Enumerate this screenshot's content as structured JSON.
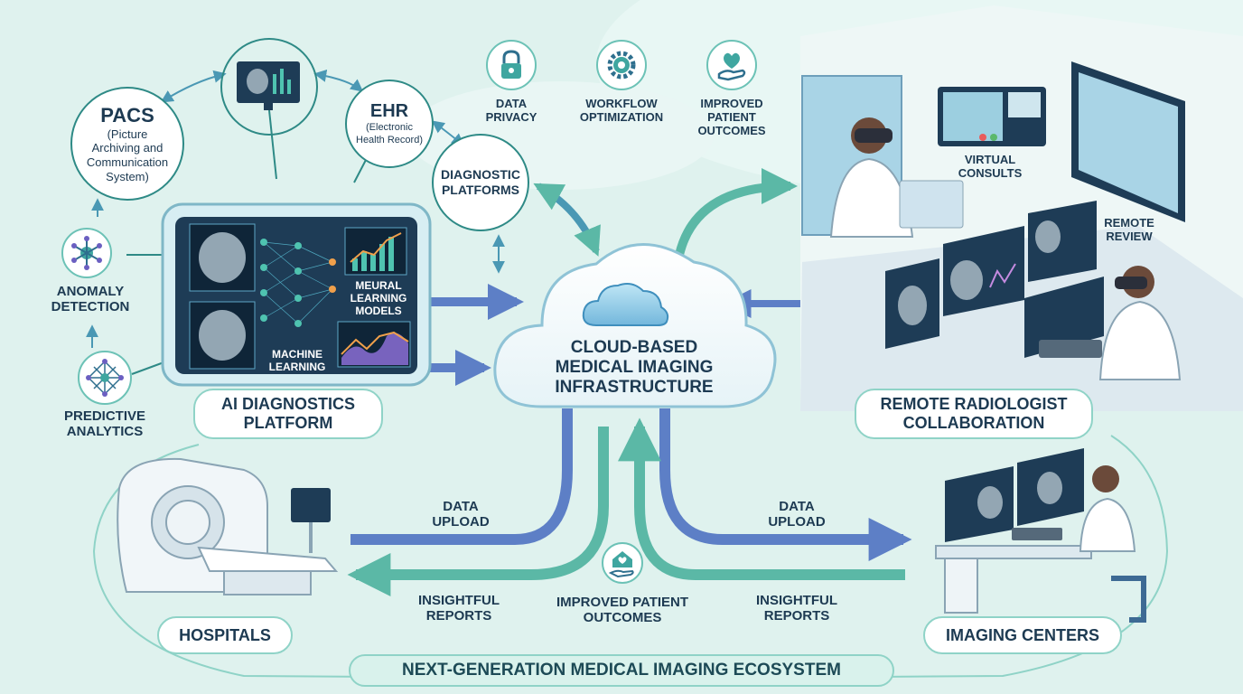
{
  "title": "NEXT-GENERATION MEDICAL IMAGING ECOSYSTEM",
  "center": {
    "lines": [
      "CLOUD-BASED",
      "MEDICAL IMAGING",
      "INFRASTRUCTURE"
    ]
  },
  "pacs": {
    "title": "PACS",
    "sub_lines": [
      "(Picture",
      "Archiving and",
      "Communication",
      "System)"
    ]
  },
  "ehr": {
    "title": "EHR",
    "sub_lines": [
      "(Electronic",
      "Health Record)"
    ]
  },
  "diagnostic_platforms": {
    "lines": [
      "DIAGNOSTIC",
      "PLATFORMS"
    ]
  },
  "benefits": [
    {
      "lines": [
        "DATA",
        "PRIVACY"
      ],
      "icon": "lock-icon"
    },
    {
      "lines": [
        "WORKFLOW",
        "OPTIMIZATION"
      ],
      "icon": "gear-icon"
    },
    {
      "lines": [
        "IMPROVED",
        "PATIENT",
        "OUTCOMES"
      ],
      "icon": "heart-hand-icon"
    }
  ],
  "ai_platform": {
    "label_lines": [
      "AI DIAGNOSTICS",
      "PLATFORM"
    ],
    "ml_lines": [
      "MACHINE",
      "LEARNING"
    ],
    "neural_lines": [
      "MEURAL",
      "LEARNING",
      "MODELS"
    ]
  },
  "anomaly": {
    "lines": [
      "ANOMALY",
      "DETECTION"
    ]
  },
  "predictive": {
    "lines": [
      "PREDICTIVE",
      "ANALYTICS"
    ]
  },
  "virtual_consults": {
    "lines": [
      "VIRTUAL",
      "CONSULTS"
    ]
  },
  "remote_review": {
    "lines": [
      "REMOTE",
      "REVIEW"
    ]
  },
  "remote_collab": {
    "lines": [
      "REMOTE RADIOLOGIST",
      "COLLABORATION"
    ]
  },
  "hospitals": "HOSPITALS",
  "imaging_centers": "IMAGING CENTERS",
  "flows": {
    "left_upload": [
      "DATA",
      "UPLOAD"
    ],
    "left_reports": [
      "INSIGHTFUL",
      "REPORTS"
    ],
    "right_upload": [
      "DATA",
      "UPLOAD"
    ],
    "right_reports": [
      "INSIGHTFUL",
      "REPORTS"
    ],
    "bottom_outcomes": [
      "IMPROVED PATIENT",
      "OUTCOMES"
    ]
  },
  "colors": {
    "background": "#dff2ee",
    "teal": "#2e8a86",
    "blue_arrow": "#5d7fc6",
    "green_arrow": "#5bb8a6",
    "navy": "#1d3a52"
  }
}
